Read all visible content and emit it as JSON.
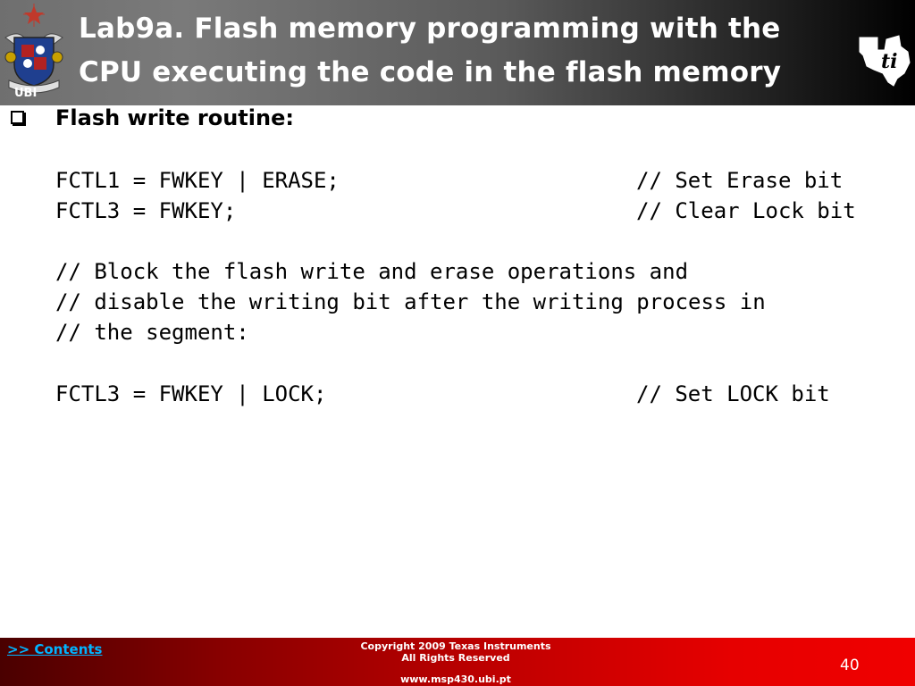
{
  "header": {
    "title_line1": "Lab9a. Flash memory programming with the",
    "title_line2": "CPU executing the code in the flash memory",
    "left_logo": {
      "icon": "ubi-crest-icon",
      "label": "UBI"
    },
    "right_logo": {
      "icon": "texas-instruments-logo-icon"
    },
    "colors": {
      "header_start": "#7a7a7a",
      "header_end": "#000000",
      "title_text": "#ffffff"
    }
  },
  "content": {
    "bullet_icon": "checkbox-bullet-icon",
    "heading": "Flash write routine:",
    "lines": [
      {
        "code": "FCTL1 = FWKEY | ERASE;",
        "comment": "// Set Erase bit"
      },
      {
        "code": "FCTL3 = FWKEY;",
        "comment": "// Clear Lock bit"
      },
      {
        "code": "// Block the flash write and erase operations and",
        "comment": ""
      },
      {
        "code": "// disable the writing bit after the writing process in",
        "comment": ""
      },
      {
        "code": "// the segment:",
        "comment": ""
      },
      {
        "code": "FCTL3 = FWKEY | LOCK;",
        "comment": "// Set LOCK bit"
      }
    ]
  },
  "footer": {
    "contents_link": ">> Contents",
    "copyright_line1": "Copyright  2009 Texas Instruments",
    "copyright_line2": "All Rights Reserved",
    "website": "www.msp430.ubi.pt",
    "page_number": "40",
    "colors": {
      "footer_start": "#4a0000",
      "footer_end": "#f00000",
      "link": "#00b4ff"
    }
  }
}
